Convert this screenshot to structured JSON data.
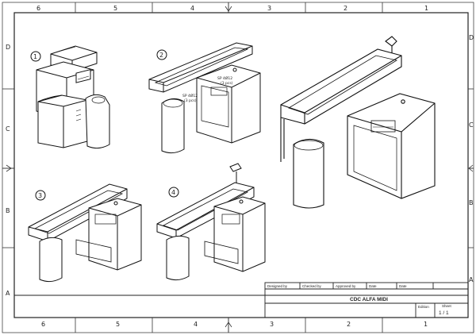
{
  "frame": {
    "top_columns": [
      "6",
      "5",
      "4",
      "3",
      "2",
      "1"
    ],
    "bottom_columns": [
      "6",
      "5",
      "4",
      "3",
      "2",
      "1"
    ],
    "left_rows": [
      "D",
      "C",
      "B",
      "A"
    ],
    "right_rows": [
      "D",
      "C",
      "B",
      "A"
    ]
  },
  "views": [
    {
      "label": "1"
    },
    {
      "label": "2"
    },
    {
      "label": "3"
    },
    {
      "label": "4"
    }
  ],
  "callouts": {
    "upper_pair": [
      "SP 4Ø12",
      "(3 pcs)"
    ],
    "lower_pair": [
      "SP 4Ø12",
      "(3 pcs)"
    ]
  },
  "title_block": {
    "designed_by": "Designed by",
    "checked_by": "Checked by",
    "approved_by": "Approved by",
    "date_1": "Date",
    "date_2": "Date",
    "title": "CDC ALFA MIDI",
    "edition_label": "Edition",
    "sheet_label": "Sheet",
    "sheet_value": "1 / 1"
  }
}
